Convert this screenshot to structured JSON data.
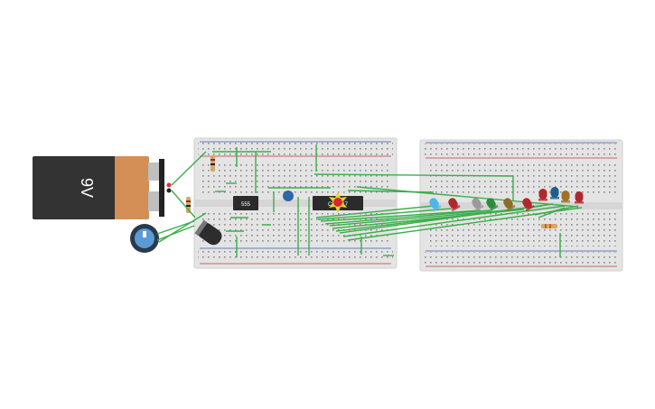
{
  "battery": {
    "label": "9V",
    "body_color": "#333333",
    "cap_color": "#d38f55"
  },
  "chip1": {
    "label": "555",
    "color": "#2b2b2b"
  },
  "chip2": {
    "label": "CD4017",
    "color": "#2b2b2b"
  },
  "wire_color": "#3cae4a",
  "breadboard_color": "#e4e4e4",
  "potentiometer_color": "#3b6fa5",
  "capacitor_color": "#2d2d2d",
  "led_colors": [
    "#4db6e6",
    "#b0282e",
    "#9a9a9a",
    "#2d8c3c",
    "#8b6b2a",
    "#b0282e",
    "#b0282e",
    "#1f5f8a",
    "#a0702a",
    "#b0282e"
  ]
}
